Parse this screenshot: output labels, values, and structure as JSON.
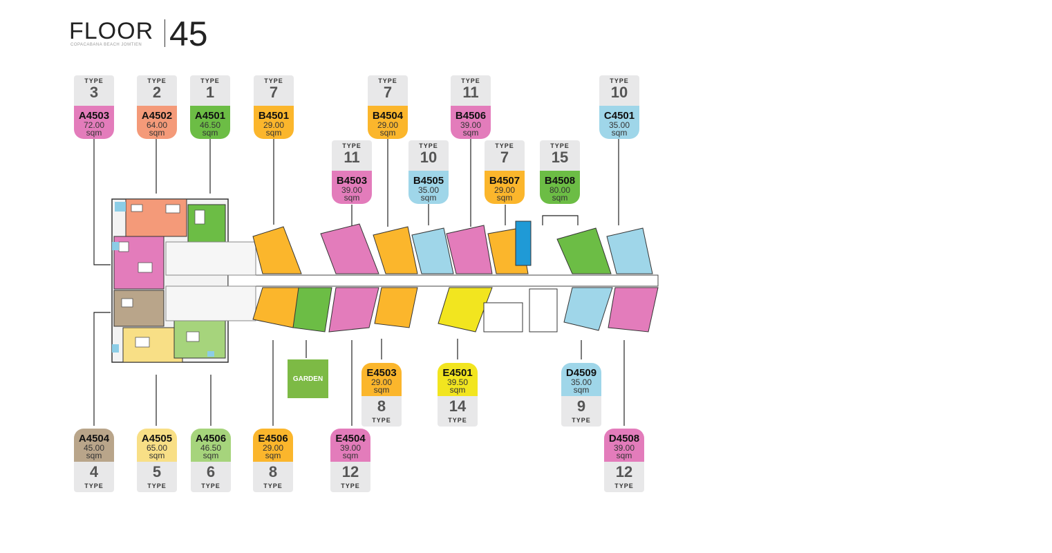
{
  "header": {
    "floor_label": "FLOOR",
    "floor_number": "45",
    "subtitle": "COPACABANA BEACH JOMTIEN"
  },
  "type_label": "TYPE",
  "area_unit": "sqm",
  "garden_label": "GARDEN",
  "colors": {
    "pink": "#e37cbb",
    "salmon": "#f49a79",
    "green": "#6cbd45",
    "orange": "#fbb62c",
    "lightblue": "#9fd6e9",
    "taupe": "#b9a58a",
    "lightyellow": "#f8df86",
    "lightgreen": "#a6d47c",
    "yellow": "#f2e51f",
    "tag_gray": "#e8e8e9"
  },
  "units_top": [
    {
      "type": "3",
      "code": "A4503",
      "area": "72.00",
      "color": "#e37cbb"
    },
    {
      "type": "2",
      "code": "A4502",
      "area": "64.00",
      "color": "#f49a79"
    },
    {
      "type": "1",
      "code": "A4501",
      "area": "46.50",
      "color": "#6cbd45"
    },
    {
      "type": "7",
      "code": "B4501",
      "area": "29.00",
      "color": "#fbb62c"
    },
    {
      "type": "11",
      "code": "B4503",
      "area": "39.00",
      "color": "#e37cbb"
    },
    {
      "type": "7",
      "code": "B4504",
      "area": "29.00",
      "color": "#fbb62c"
    },
    {
      "type": "10",
      "code": "B4505",
      "area": "35.00",
      "color": "#9fd6e9"
    },
    {
      "type": "11",
      "code": "B4506",
      "area": "39.00",
      "color": "#e37cbb"
    },
    {
      "type": "7",
      "code": "B4507",
      "area": "29.00",
      "color": "#fbb62c"
    },
    {
      "type": "15",
      "code": "B4508",
      "area": "80.00",
      "color": "#6cbd45"
    },
    {
      "type": "10",
      "code": "C4501",
      "area": "35.00",
      "color": "#9fd6e9"
    }
  ],
  "units_bottom": [
    {
      "type": "4",
      "code": "A4504",
      "area": "45.00",
      "color": "#b9a58a"
    },
    {
      "type": "5",
      "code": "A4505",
      "area": "65.00",
      "color": "#f8df86"
    },
    {
      "type": "6",
      "code": "A4506",
      "area": "46.50",
      "color": "#a6d47c"
    },
    {
      "type": "8",
      "code": "E4506",
      "area": "29.00",
      "color": "#fbb62c"
    },
    {
      "type": "12",
      "code": "E4504",
      "area": "39.00",
      "color": "#e37cbb"
    },
    {
      "type": "8",
      "code": "E4503",
      "area": "29.00",
      "color": "#fbb62c"
    },
    {
      "type": "14",
      "code": "E4501",
      "area": "39.50",
      "color": "#f2e51f"
    },
    {
      "type": "9",
      "code": "D4509",
      "area": "35.00",
      "color": "#9fd6e9"
    },
    {
      "type": "12",
      "code": "D4508",
      "area": "39.00",
      "color": "#e37cbb"
    }
  ]
}
